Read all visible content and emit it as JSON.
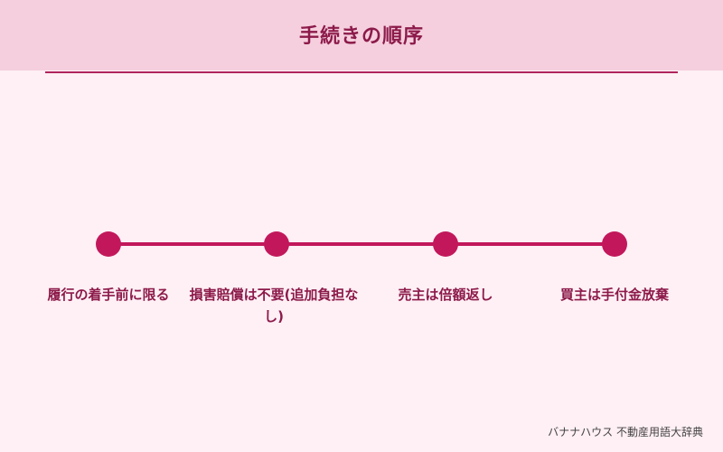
{
  "header": {
    "title": "手続きの順序"
  },
  "steps": [
    {
      "label": "履行の着手前に限る"
    },
    {
      "label": "損害賠償は不要(追加負担なし)"
    },
    {
      "label": "売主は倍額返し"
    },
    {
      "label": "買主は手付金放棄"
    }
  ],
  "footer": {
    "credit": "バナナハウス 不動産用語大辞典"
  },
  "colors": {
    "accent": "#c2185b",
    "title": "#8c1a4a",
    "header_bg": "#f5cfdd",
    "page_bg": "#fff0f5"
  }
}
